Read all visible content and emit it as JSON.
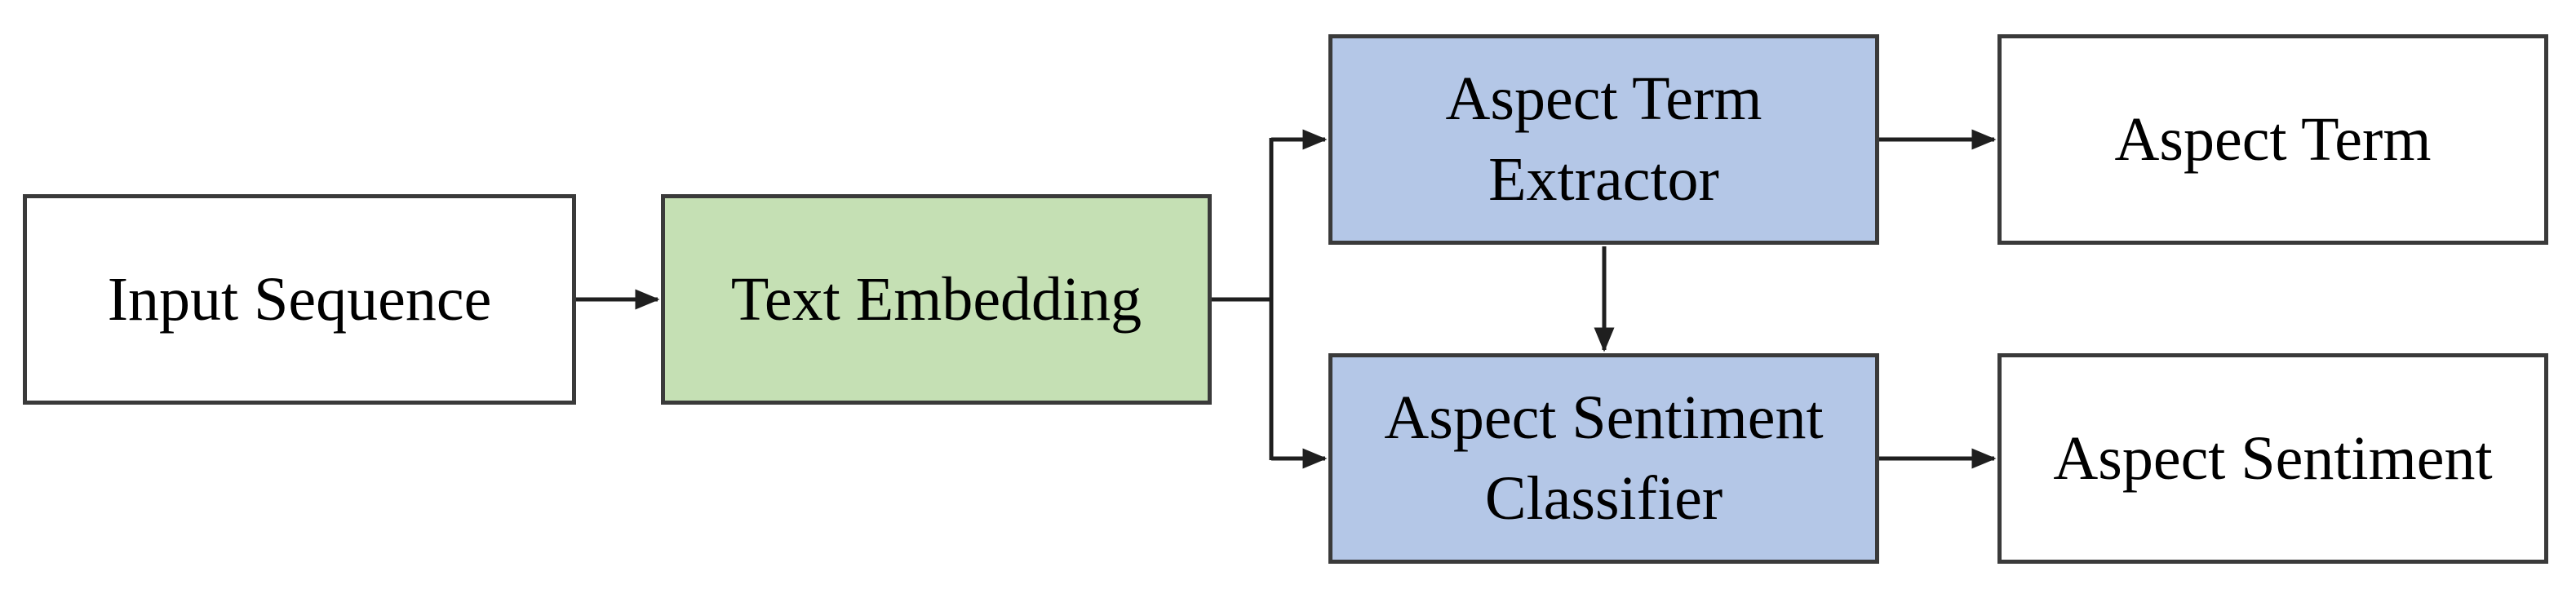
{
  "diagram": {
    "title": "Aspect-based sentiment analysis pipeline flowchart",
    "type": "flowchart",
    "nodes": {
      "input_sequence": {
        "label": "Input Sequence",
        "fill": "#ffffff",
        "role": "input"
      },
      "text_embedding": {
        "label": "Text Embedding",
        "fill": "#c5e0b4",
        "role": "process"
      },
      "aspect_term_extractor": {
        "label": "Aspect Term Extractor",
        "line1": "Aspect Term",
        "line2": "Extractor",
        "fill": "#b4c7e7",
        "role": "process"
      },
      "aspect_term": {
        "label": "Aspect Term",
        "fill": "#ffffff",
        "role": "output"
      },
      "aspect_sentiment_classifier": {
        "label": "Aspect Sentiment Classifier",
        "line1": "Aspect Sentiment",
        "line2": "Classifier",
        "fill": "#b4c7e7",
        "role": "process"
      },
      "aspect_sentiment": {
        "label": "Aspect Sentiment",
        "fill": "#ffffff",
        "role": "output"
      }
    },
    "edges": [
      {
        "from": "input_sequence",
        "to": "text_embedding",
        "arrowhead": true
      },
      {
        "from": "text_embedding",
        "to": "aspect_term_extractor",
        "arrowhead": true
      },
      {
        "from": "text_embedding",
        "to": "aspect_sentiment_classifier",
        "arrowhead": true
      },
      {
        "from": "aspect_term_extractor",
        "to": "aspect_sentiment_classifier",
        "arrowhead": true
      },
      {
        "from": "aspect_term_extractor",
        "to": "aspect_term",
        "arrowhead": true
      },
      {
        "from": "aspect_sentiment_classifier",
        "to": "aspect_sentiment",
        "arrowhead": true
      }
    ],
    "colors": {
      "background": "#ffffff",
      "node_border": "#3a3a3a",
      "arrow": "#1f1f1f",
      "text": "#000000",
      "green_fill": "#c5e0b4",
      "blue_fill": "#b4c7e7",
      "white_fill": "#ffffff"
    }
  }
}
